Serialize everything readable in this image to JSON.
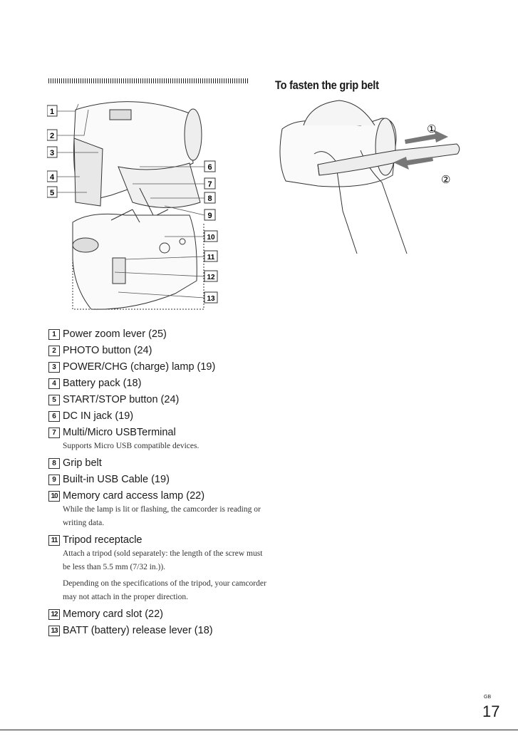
{
  "grip_section": {
    "title": "To fasten the grip belt",
    "step_markers": [
      "①",
      "②"
    ]
  },
  "callouts": [
    "1",
    "2",
    "3",
    "4",
    "5",
    "6",
    "7",
    "8",
    "9",
    "10",
    "11",
    "12",
    "13"
  ],
  "parts": [
    {
      "num": "1",
      "label": "Power zoom lever (25)"
    },
    {
      "num": "2",
      "label": "PHOTO button (24)"
    },
    {
      "num": "3",
      "label": "POWER/CHG (charge) lamp (19)"
    },
    {
      "num": "4",
      "label": "Battery pack (18)"
    },
    {
      "num": "5",
      "label": "START/STOP button (24)"
    },
    {
      "num": "6",
      "label": "DC IN jack (19)"
    },
    {
      "num": "7",
      "label": "Multi/Micro USBTerminal",
      "notes": [
        "Supports Micro USB compatible devices."
      ]
    },
    {
      "num": "8",
      "label": "Grip belt"
    },
    {
      "num": "9",
      "label": "Built-in USB Cable (19)"
    },
    {
      "num": "10",
      "label": "Memory card access lamp (22)",
      "notes": [
        "While the lamp is lit or flashing, the camcorder is reading or writing data."
      ]
    },
    {
      "num": "11",
      "label": "Tripod receptacle",
      "notes": [
        "Attach a tripod (sold separately: the length of the screw must be less than 5.5 mm (7/32 in.)).",
        "Depending on the specifications of the tripod, your camcorder may not attach in the proper direction."
      ]
    },
    {
      "num": "12",
      "label": "Memory card slot (22)"
    },
    {
      "num": "13",
      "label": "BATT (battery) release lever (18)"
    }
  ],
  "footer": {
    "lang": "GB",
    "page_number": "17"
  }
}
